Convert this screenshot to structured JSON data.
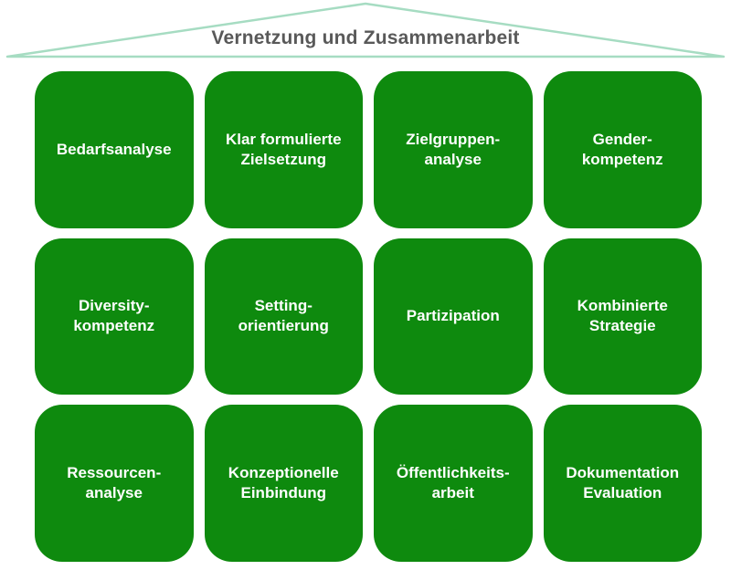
{
  "roof": {
    "title": "Vernetzung und Zusammenarbeit"
  },
  "tiles": [
    {
      "id": "bedarfsanalyse",
      "label": "Bedarfsanalyse"
    },
    {
      "id": "klar-formulierte-zielsetzung",
      "label": "Klar formulierte\nZielsetzung"
    },
    {
      "id": "zielgruppenanalyse",
      "label": "Zielgruppen-\nanalyse"
    },
    {
      "id": "genderkompetenz",
      "label": "Gender-\nkompetenz"
    },
    {
      "id": "diversitykompetenz",
      "label": "Diversity-\nkompetenz"
    },
    {
      "id": "settingorientierung",
      "label": "Setting-\norientierung"
    },
    {
      "id": "partizipation",
      "label": "Partizipation"
    },
    {
      "id": "kombinierte-strategie",
      "label": "Kombinierte\nStrategie"
    },
    {
      "id": "ressourcenanalyse",
      "label": "Ressourcen-\nanalyse"
    },
    {
      "id": "konzeptionelle-einbindung",
      "label": "Konzeptionelle\nEinbindung"
    },
    {
      "id": "oeffentlichkeitsarbeit",
      "label": "Öffentlichkeits-\narbeit"
    },
    {
      "id": "dokumentation-evaluation",
      "label": "Dokumentation\nEvaluation"
    }
  ],
  "colors": {
    "tile_green": "#0e8a0e",
    "roof_line": "#a6dcc2",
    "title_text": "#595959",
    "tile_text": "#ffffff",
    "background": "#ffffff"
  }
}
